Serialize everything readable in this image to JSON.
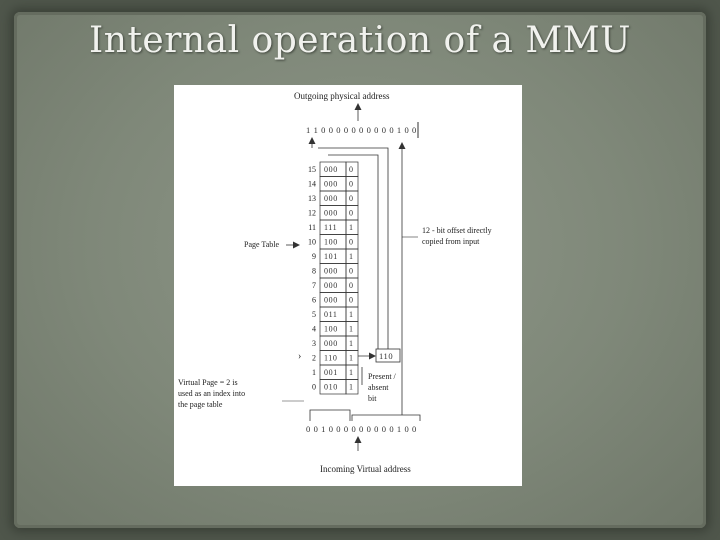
{
  "slide": {
    "title": "Internal operation of a MMU"
  },
  "diagram": {
    "outgoing_label": "Outgoing physical address",
    "outgoing_bits": "1 1 0 0 0 0 0 0 0 0 0 0 1 0 0",
    "incoming_label": "Incoming Virtual address",
    "incoming_bits": "0 0 1 0 0 0 0 0 0 0 0 0 1 0 0",
    "page_table_label": "Page Table",
    "offset_note": [
      "12 - bit offset directly",
      "copied from input"
    ],
    "virtual_page_note": [
      "Virtual Page = 2 is",
      "used as an index into",
      "the page table"
    ],
    "present_note": [
      "Present /",
      "absent",
      "bit"
    ],
    "selected_frame": "110",
    "page_table": [
      {
        "index": "15",
        "frame": "000",
        "present": "0"
      },
      {
        "index": "14",
        "frame": "000",
        "present": "0"
      },
      {
        "index": "13",
        "frame": "000",
        "present": "0"
      },
      {
        "index": "12",
        "frame": "000",
        "present": "0"
      },
      {
        "index": "11",
        "frame": "111",
        "present": "1"
      },
      {
        "index": "10",
        "frame": "100",
        "present": "0"
      },
      {
        "index": "9",
        "frame": "101",
        "present": "1"
      },
      {
        "index": "8",
        "frame": "000",
        "present": "0"
      },
      {
        "index": "7",
        "frame": "000",
        "present": "0"
      },
      {
        "index": "6",
        "frame": "000",
        "present": "0"
      },
      {
        "index": "5",
        "frame": "011",
        "present": "1"
      },
      {
        "index": "4",
        "frame": "100",
        "present": "1"
      },
      {
        "index": "3",
        "frame": "000",
        "present": "1"
      },
      {
        "index": "2",
        "frame": "110",
        "present": "1"
      },
      {
        "index": "1",
        "frame": "001",
        "present": "1"
      },
      {
        "index": "0",
        "frame": "010",
        "present": "1"
      }
    ]
  }
}
